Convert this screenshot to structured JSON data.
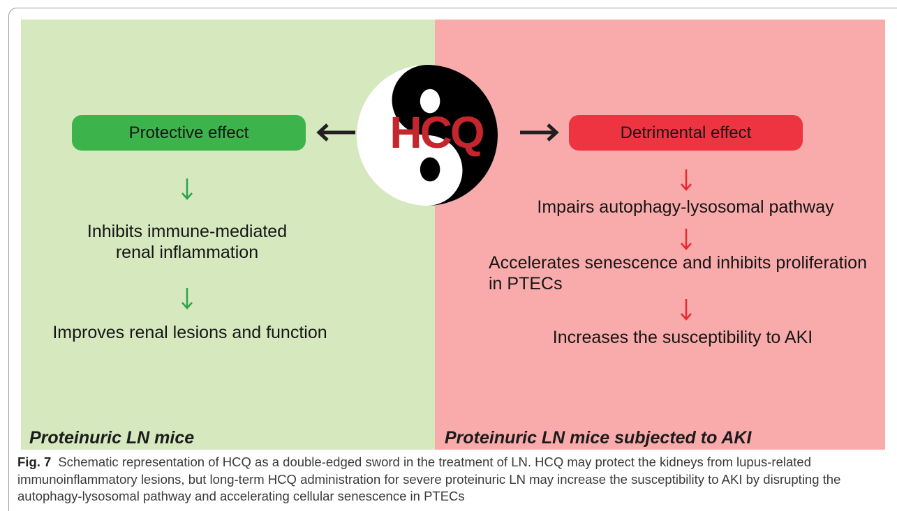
{
  "figure": {
    "center_label": "HCQ",
    "left_panel": {
      "effect_label": "Protective effect",
      "steps": [
        {
          "lines": [
            "Inhibits immune-mediated",
            "renal inflammation"
          ]
        },
        {
          "lines": [
            "Improves renal lesions and function"
          ]
        }
      ],
      "group_label": "Proteinuric LN mice"
    },
    "right_panel": {
      "effect_label": "Detrimental effect",
      "steps": [
        {
          "lines": [
            "Impairs autophagy-lysosomal pathway"
          ]
        },
        {
          "lines": [
            "Accelerates senescence and inhibits proliferation",
            "in PTECs"
          ]
        },
        {
          "lines": [
            "Increases the susceptibility to AKI"
          ]
        }
      ],
      "group_label": "Proteinuric LN mice subjected to AKI"
    }
  },
  "caption": {
    "label": "Fig. 7",
    "lines": [
      "Schematic representation of HCQ as a double-edged sword in the treatment of LN. HCQ may protect the kidneys from lupus-related",
      "immunoinflammatory lesions, but long-term HCQ administration for severe proteinuric LN may increase the susceptibility to AKI by disrupting the",
      "autophagy-lysosomal pathway and accelerating cellular senescence in PTECs"
    ]
  },
  "colors": {
    "green_panel": "#d5e8be",
    "pink_panel": "#f9abab",
    "protective": "#3cb44b",
    "detrimental": "#ee3440",
    "hcq": "#c4262e",
    "green_arrow": "#2fa24b",
    "red_arrow": "#e8282e",
    "black_arrow": "#231f20"
  },
  "icons": {
    "center_symbol": "yin-yang-icon",
    "horizontal_arrows": [
      "arrow-left-icon",
      "arrow-right-icon"
    ],
    "step_arrows": "arrow-down-icon"
  }
}
